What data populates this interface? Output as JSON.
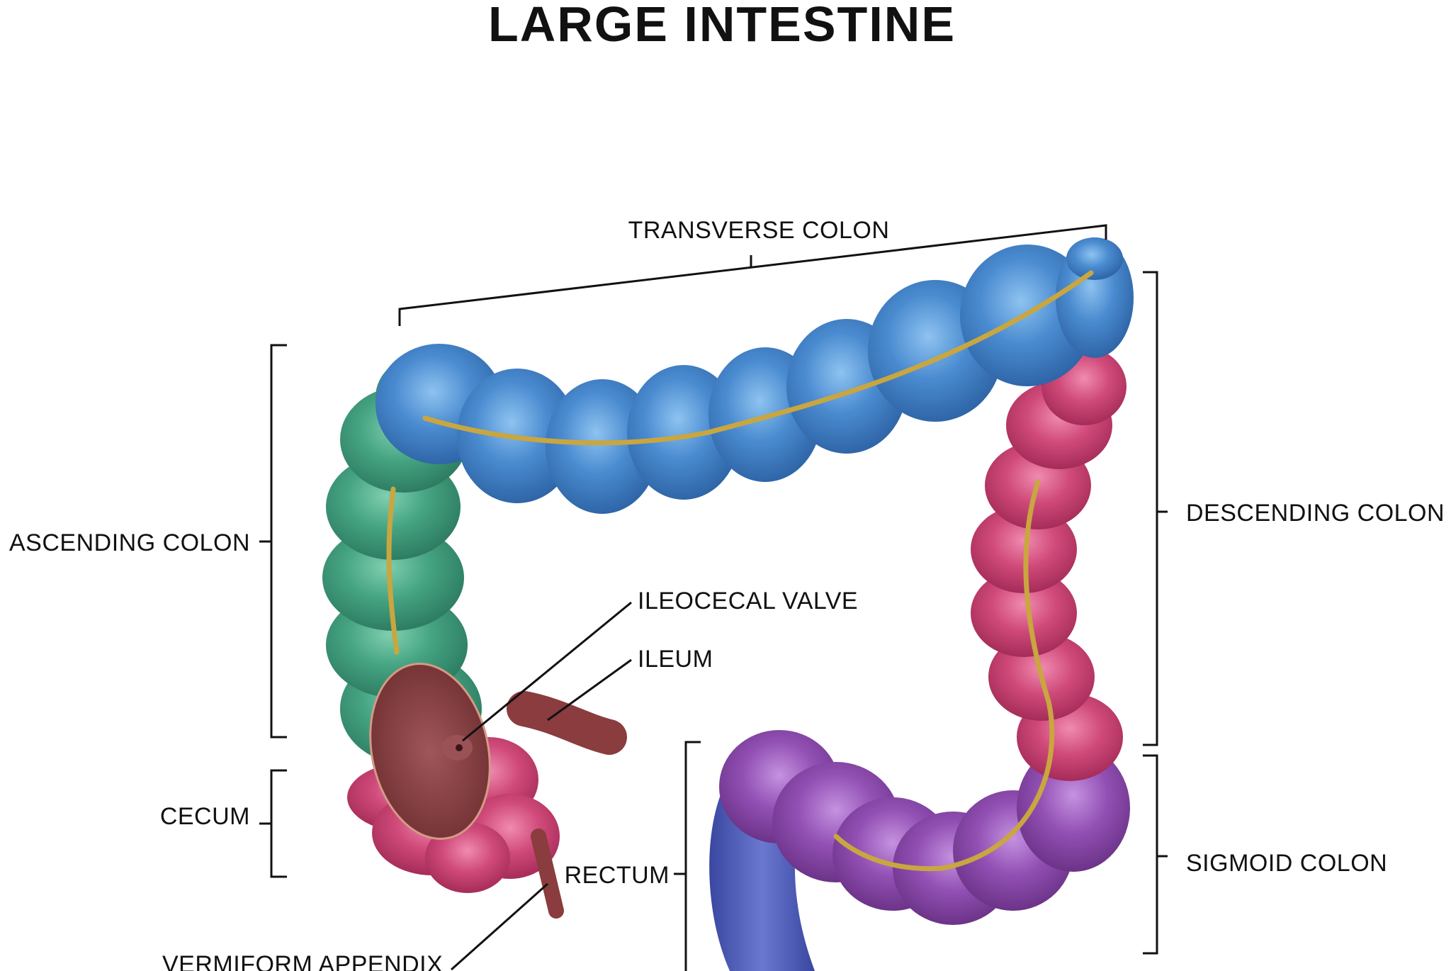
{
  "title": "LARGE INTESTINE",
  "labels": {
    "transverse_colon": "TRANSVERSE COLON",
    "ascending_colon": "ASCENDING COLON",
    "descending_colon": "DESCENDING COLON",
    "ileocecal_valve": "ILEOCECAL VALVE",
    "ileum": "ILEUM",
    "cecum": "CECUM",
    "rectum": "RECTUM",
    "sigmoid_colon": "SIGMOID COLON",
    "vermiform_appendix": "VERMIFORM APPENDIX"
  },
  "colors": {
    "transverse": "#3f7fc4",
    "ascending": "#3f9e7c",
    "descending": "#c73b6c",
    "sigmoid": "#8a48a8",
    "rectum": "#4a58b0",
    "cecum": "#c0406a",
    "vessels": "#c9a640"
  }
}
